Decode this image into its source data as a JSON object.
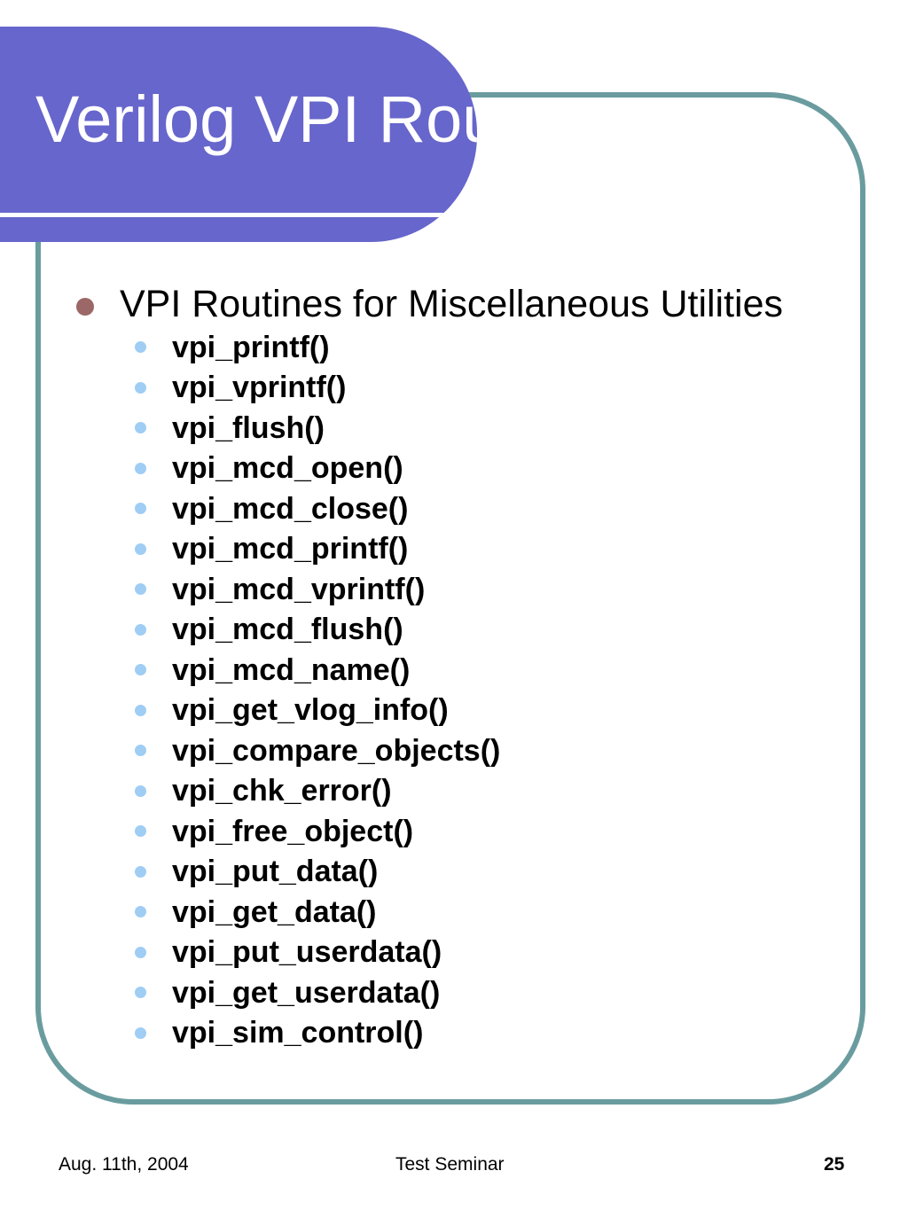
{
  "slide": {
    "title": "Verilog VPI Routines",
    "main_bullet": "VPI Routines for Miscellaneous Utilities",
    "sub_bullets": [
      "vpi_printf()",
      "vpi_vprintf()",
      "vpi_flush()",
      "vpi_mcd_open()",
      "vpi_mcd_close()",
      "vpi_mcd_printf()",
      "vpi_mcd_vprintf()",
      "vpi_mcd_flush()",
      "vpi_mcd_name()",
      "vpi_get_vlog_info()",
      "vpi_compare_objects()",
      "vpi_chk_error()",
      "vpi_free_object()",
      "vpi_put_data()",
      "vpi_get_data()",
      "vpi_put_userdata()",
      "vpi_get_userdata()",
      "vpi_sim_control()"
    ]
  },
  "footer": {
    "date": "Aug. 11th, 2004",
    "center": "Test Seminar",
    "page_number": "25"
  },
  "colors": {
    "banner": "#6766cc",
    "frame_border": "#6a9c9f",
    "main_bullet_dot": "#9c6767",
    "sub_bullet_dot": "#9fcdf4"
  }
}
